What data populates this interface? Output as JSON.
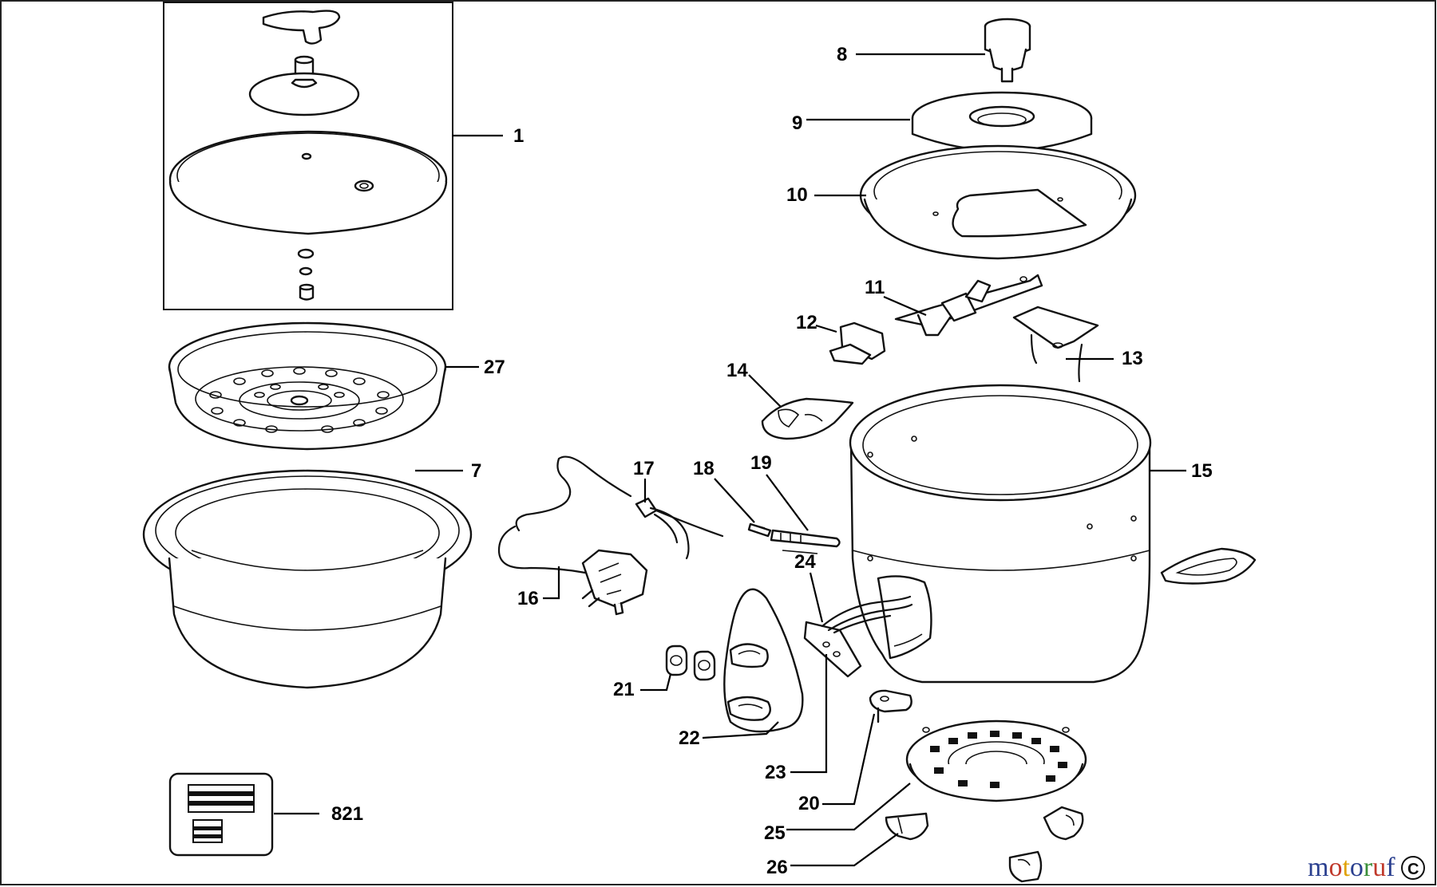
{
  "parts": [
    {
      "key": "p1",
      "label": "1"
    },
    {
      "key": "p7",
      "label": "7"
    },
    {
      "key": "p8",
      "label": "8"
    },
    {
      "key": "p9",
      "label": "9"
    },
    {
      "key": "p10",
      "label": "10"
    },
    {
      "key": "p11",
      "label": "11"
    },
    {
      "key": "p12",
      "label": "12"
    },
    {
      "key": "p13",
      "label": "13"
    },
    {
      "key": "p14",
      "label": "14"
    },
    {
      "key": "p15",
      "label": "15"
    },
    {
      "key": "p16",
      "label": "16"
    },
    {
      "key": "p17",
      "label": "17"
    },
    {
      "key": "p18",
      "label": "18"
    },
    {
      "key": "p19",
      "label": "19"
    },
    {
      "key": "p20",
      "label": "20"
    },
    {
      "key": "p21",
      "label": "21"
    },
    {
      "key": "p22",
      "label": "22"
    },
    {
      "key": "p23",
      "label": "23"
    },
    {
      "key": "p24",
      "label": "24"
    },
    {
      "key": "p25",
      "label": "25"
    },
    {
      "key": "p26",
      "label": "26"
    },
    {
      "key": "p27",
      "label": "27"
    },
    {
      "key": "p821",
      "label": "821"
    }
  ],
  "watermark": {
    "text": "motoruf",
    "letter_colors": [
      "#2a3f8f",
      "#c0392b",
      "#e0a100",
      "#2a3f8f",
      "#3a8f3a",
      "#c0392b",
      "#2a3f8f"
    ]
  },
  "colors": {
    "line": "#111111",
    "background": "#ffffff"
  }
}
